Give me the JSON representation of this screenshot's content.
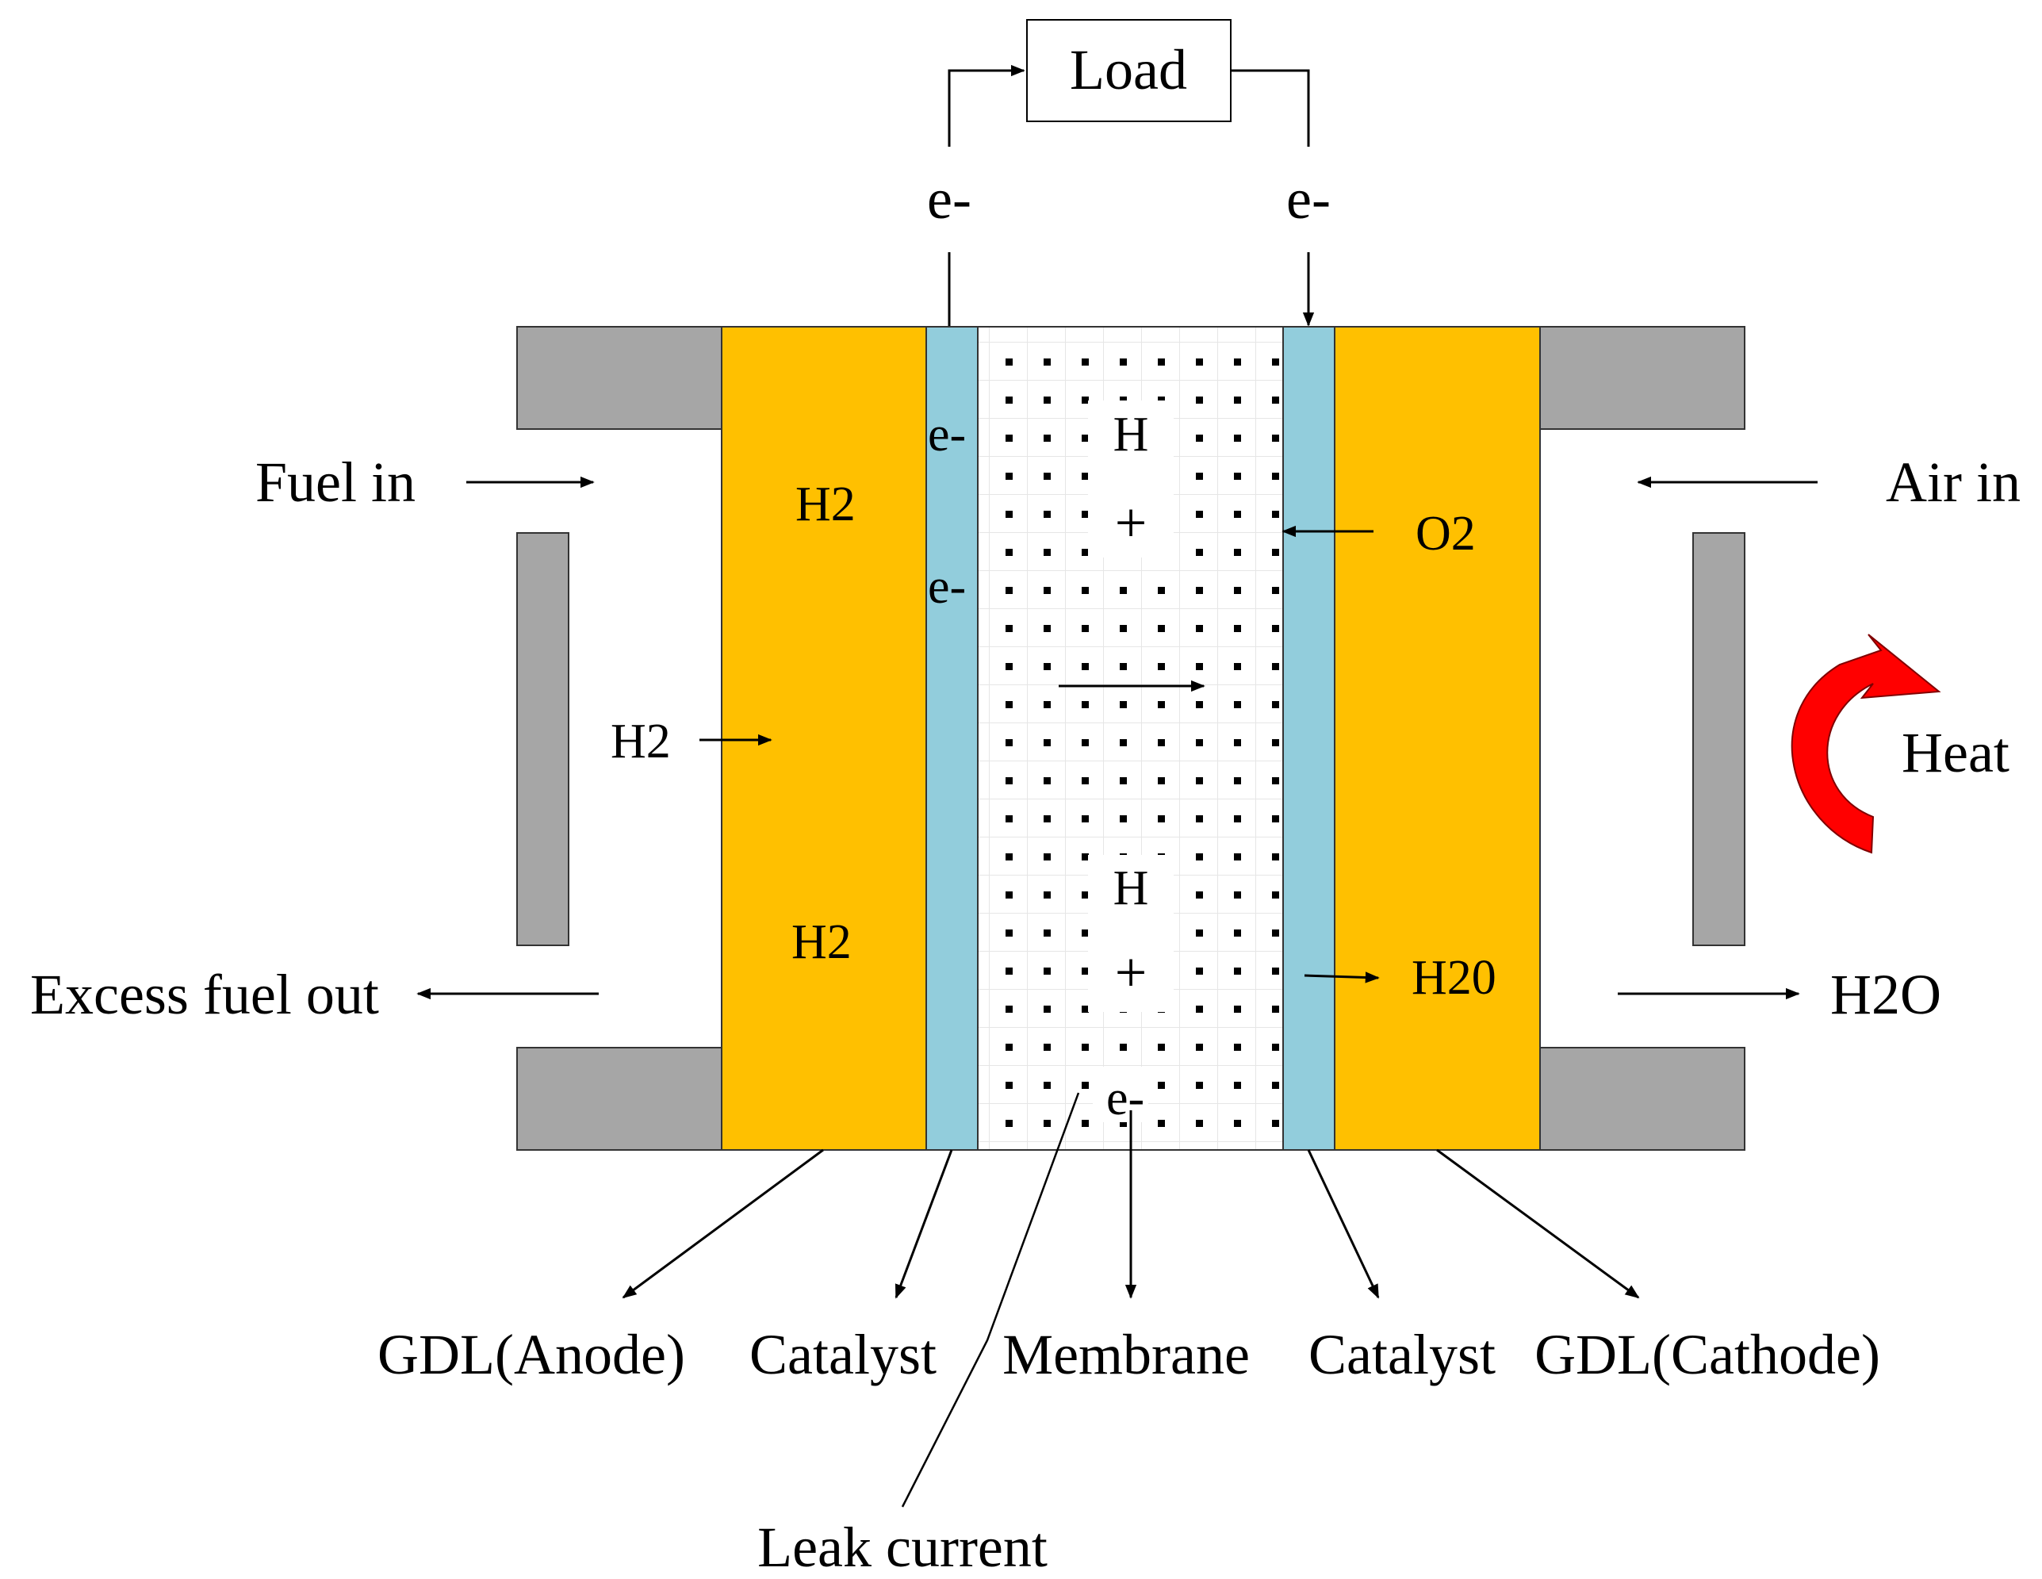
{
  "load": {
    "label": "Load"
  },
  "electrons": {
    "left_top": "e-",
    "right_top": "e-",
    "anode_upper": "e-",
    "anode_lower": "e-",
    "membrane_bottom": "e-"
  },
  "anode_side": {
    "fuel_in": "Fuel in",
    "excess_fuel_out": "Excess fuel out",
    "h2_entering": "H2",
    "h2_upper": "H2",
    "h2_lower": "H2"
  },
  "cathode_side": {
    "air_in": "Air in",
    "o2": "O2",
    "h2o_cell": "H20",
    "h2o_out": "H2O",
    "heat": "Heat"
  },
  "membrane": {
    "proton_upper_h": "H",
    "proton_upper_plus": "+",
    "proton_lower_h": "H",
    "proton_lower_plus": "+"
  },
  "components": {
    "gdl_anode": "GDL(Anode)",
    "catalyst_anode": "Catalyst",
    "membrane": "Membrane",
    "catalyst_cathode": "Catalyst",
    "gdl_cathode": "GDL(Cathode)"
  },
  "leak_current": "Leak current",
  "colors": {
    "gdl": "#FFC000",
    "catalyst": "#92CDDC",
    "end_plate": "#A6A6A6",
    "heat_arrow": "#FF0000"
  }
}
